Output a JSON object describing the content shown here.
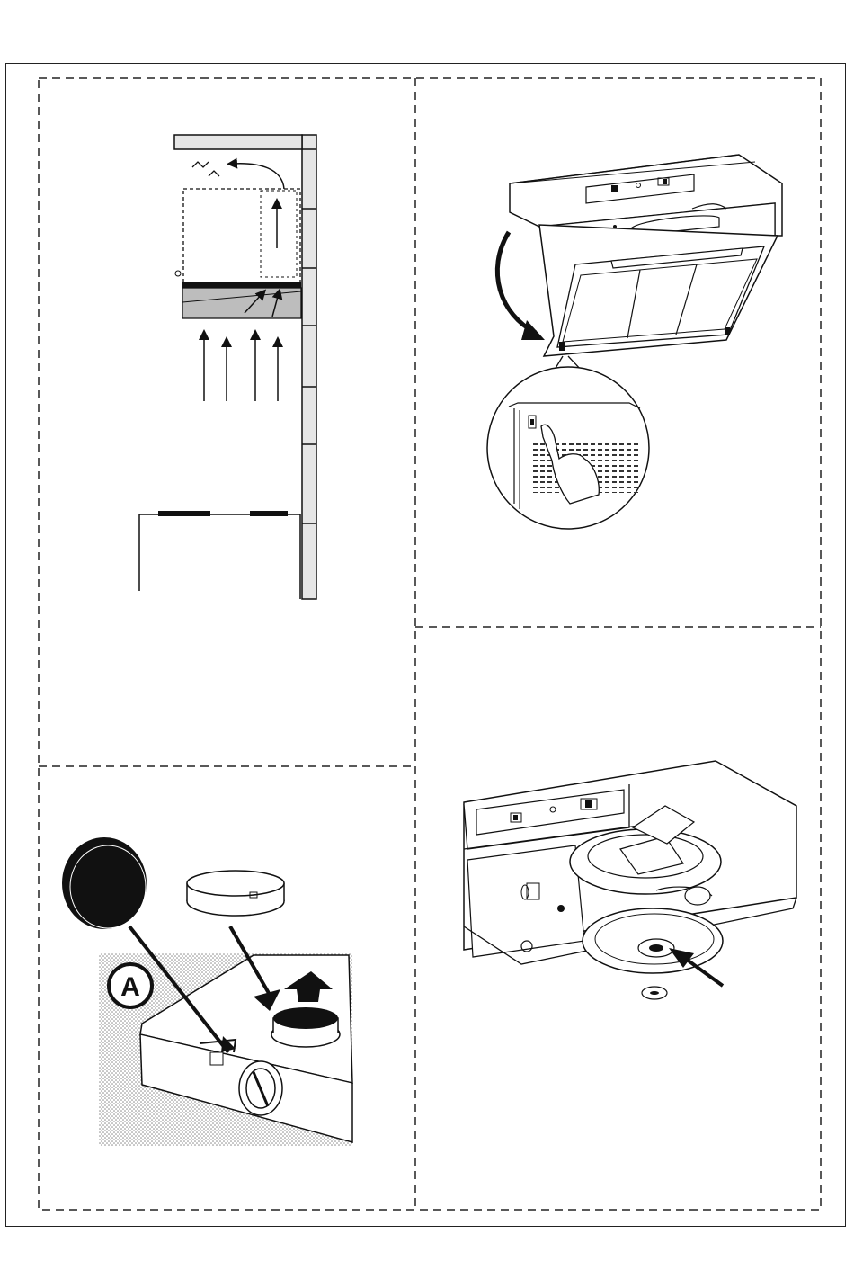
{
  "page": {
    "panels": [
      {
        "id": "ventilation-diagram"
      },
      {
        "id": "grease-filter-removal"
      },
      {
        "id": "carbon-filter-and-outlet-fitting"
      },
      {
        "id": "carbon-filter-mounting"
      }
    ]
  },
  "labels": {
    "panel_c_badge": "A"
  },
  "colors": {
    "ink": "#111111",
    "dashed_border": "#222222",
    "gray_fill": "#bdbdbd",
    "wall_fill": "#e6e6e6",
    "stipple": "#9a9a9a"
  }
}
